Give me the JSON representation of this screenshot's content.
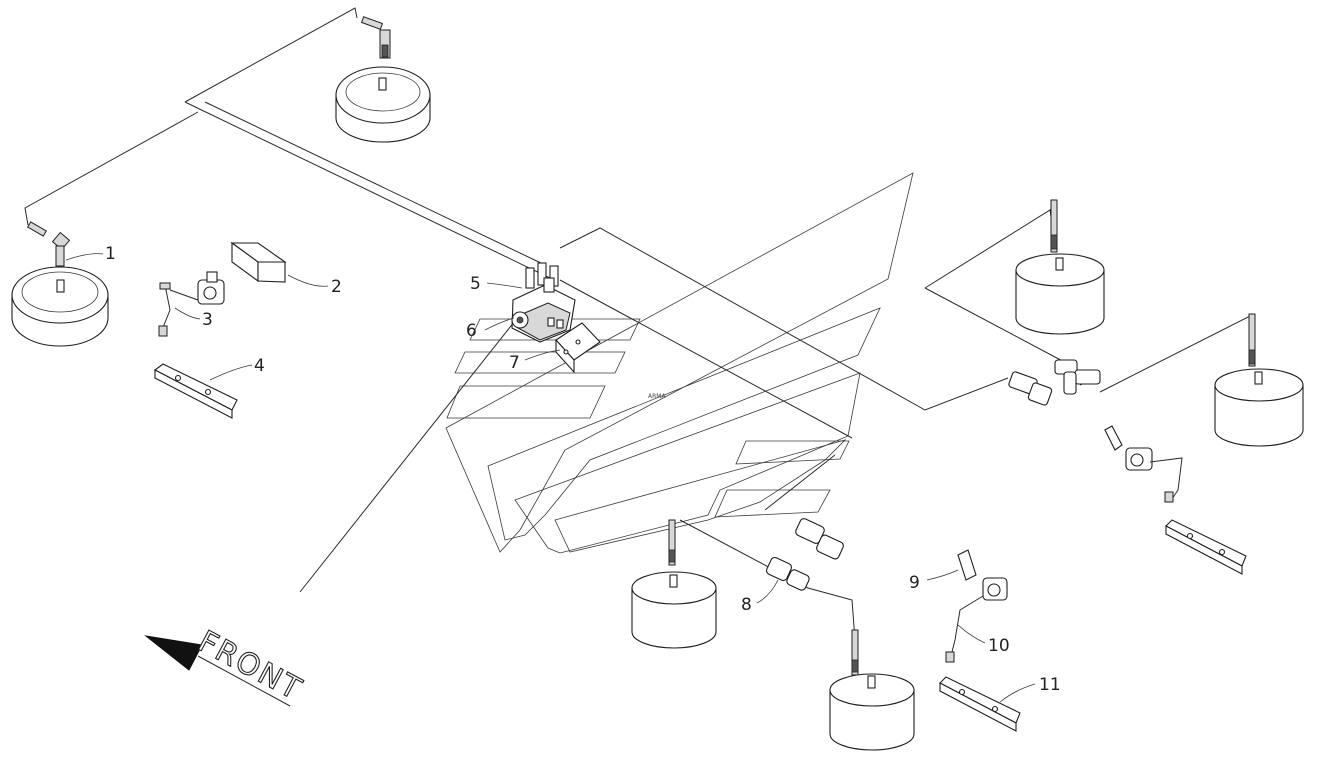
{
  "diagram": {
    "direction_label": "FRONT",
    "callouts": [
      {
        "id": "callout-1",
        "label": "1"
      },
      {
        "id": "callout-2",
        "label": "2"
      },
      {
        "id": "callout-3",
        "label": "3"
      },
      {
        "id": "callout-4",
        "label": "4"
      },
      {
        "id": "callout-5",
        "label": "5"
      },
      {
        "id": "callout-6",
        "label": "6"
      },
      {
        "id": "callout-7",
        "label": "7"
      },
      {
        "id": "callout-8",
        "label": "8"
      },
      {
        "id": "callout-9",
        "label": "9"
      },
      {
        "id": "callout-10",
        "label": "10"
      },
      {
        "id": "callout-11",
        "label": "11"
      }
    ],
    "colors": {
      "line": "#2a2a2a",
      "fill": "#ffffff",
      "shade": "#d8d8d8"
    }
  }
}
